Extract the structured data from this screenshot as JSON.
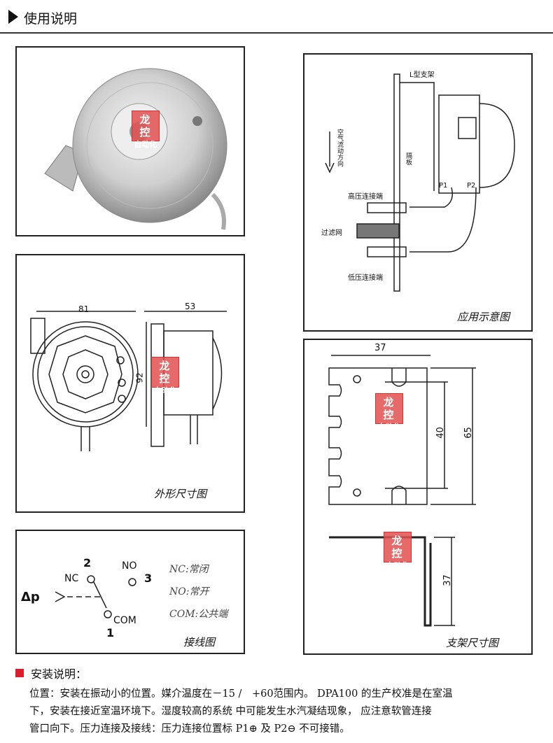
{
  "header": {
    "title": "使用说明"
  },
  "watermark": {
    "line1": "龙 控",
    "line2": "自动化"
  },
  "photo_panel": {},
  "application_panel": {
    "caption": "应用示意图",
    "label_bracket": "L型支架",
    "label_airflow": "空气流动方向",
    "label_wall": "隔板",
    "label_high": "高压连接端",
    "label_filter": "过滤网",
    "label_low": "低压连接端",
    "label_p1": "P1",
    "label_p2": "P2"
  },
  "dimension_panel": {
    "caption": "外形尺寸图",
    "dim_width": "81",
    "dim_depth": "53",
    "dim_height": "92"
  },
  "wiring_panel": {
    "caption": "接线图",
    "dp": "Δp",
    "nc": "NC",
    "no": "NO",
    "com": "COM",
    "n1": "1",
    "n2": "2",
    "n3": "3",
    "legend_nc": "NC:常闭",
    "legend_no": "NO:常开",
    "legend_com": "COM:公共端"
  },
  "bracket_panel": {
    "caption": "支架尺寸图",
    "dim_37_top": "37",
    "dim_40": "40",
    "dim_65": "65",
    "dim_37_side": "37"
  },
  "install": {
    "heading": "安装说明：",
    "line1": "位置：安装在振动小的位置。媒介温度在－15 /　+60范围内。 DPA100 的生产校准是在室温",
    "line2": "下，安装在接近室温环境下。湿度较高的系统 中可能发生水汽凝结现象， 应注意软管连接",
    "line3": "管口向下。压力连接及接线：压力连接位置标 P1⊕ 及 P2⊖ 不可接错。"
  },
  "colors": {
    "accent": "#d9202a",
    "rule": "#333333",
    "watermark": "#e25050"
  }
}
